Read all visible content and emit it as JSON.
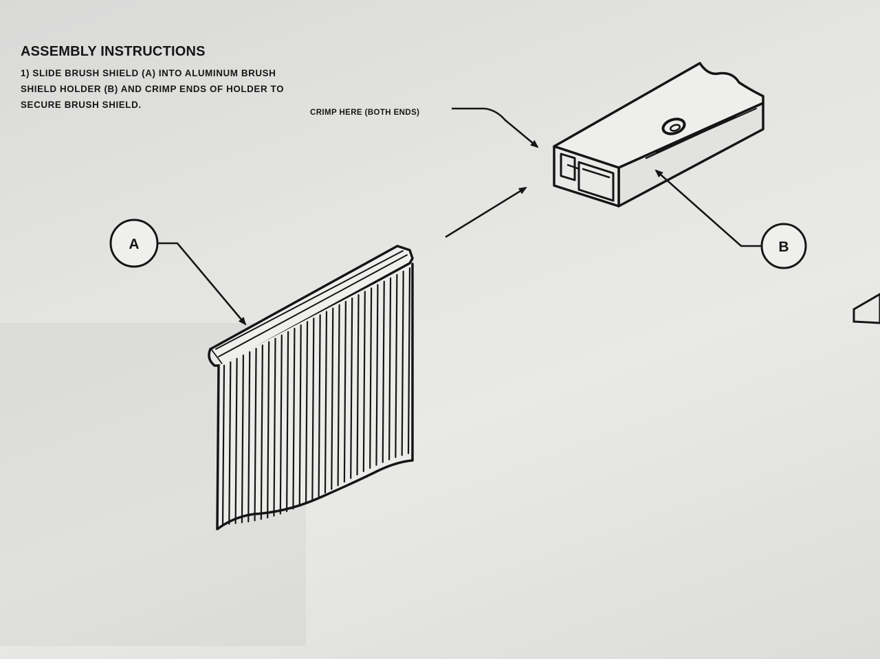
{
  "instructions": {
    "title": "ASSEMBLY INSTRUCTIONS",
    "step_1": "1) SLIDE BRUSH SHIELD (A) INTO ALUMINUM BRUSH\nSHIELD HOLDER (B) AND CRIMP ENDS OF HOLDER TO\nSECURE BRUSH SHIELD."
  },
  "callouts": {
    "crimp": "CRIMP HERE (BOTH ENDS)",
    "label_a": "A",
    "label_b": "B"
  },
  "parts": {
    "brush_shield": "brush-shield-icon",
    "holder": "aluminum-holder-icon"
  },
  "colors": {
    "ink": "#151515",
    "paper": "#e4e4e2"
  }
}
